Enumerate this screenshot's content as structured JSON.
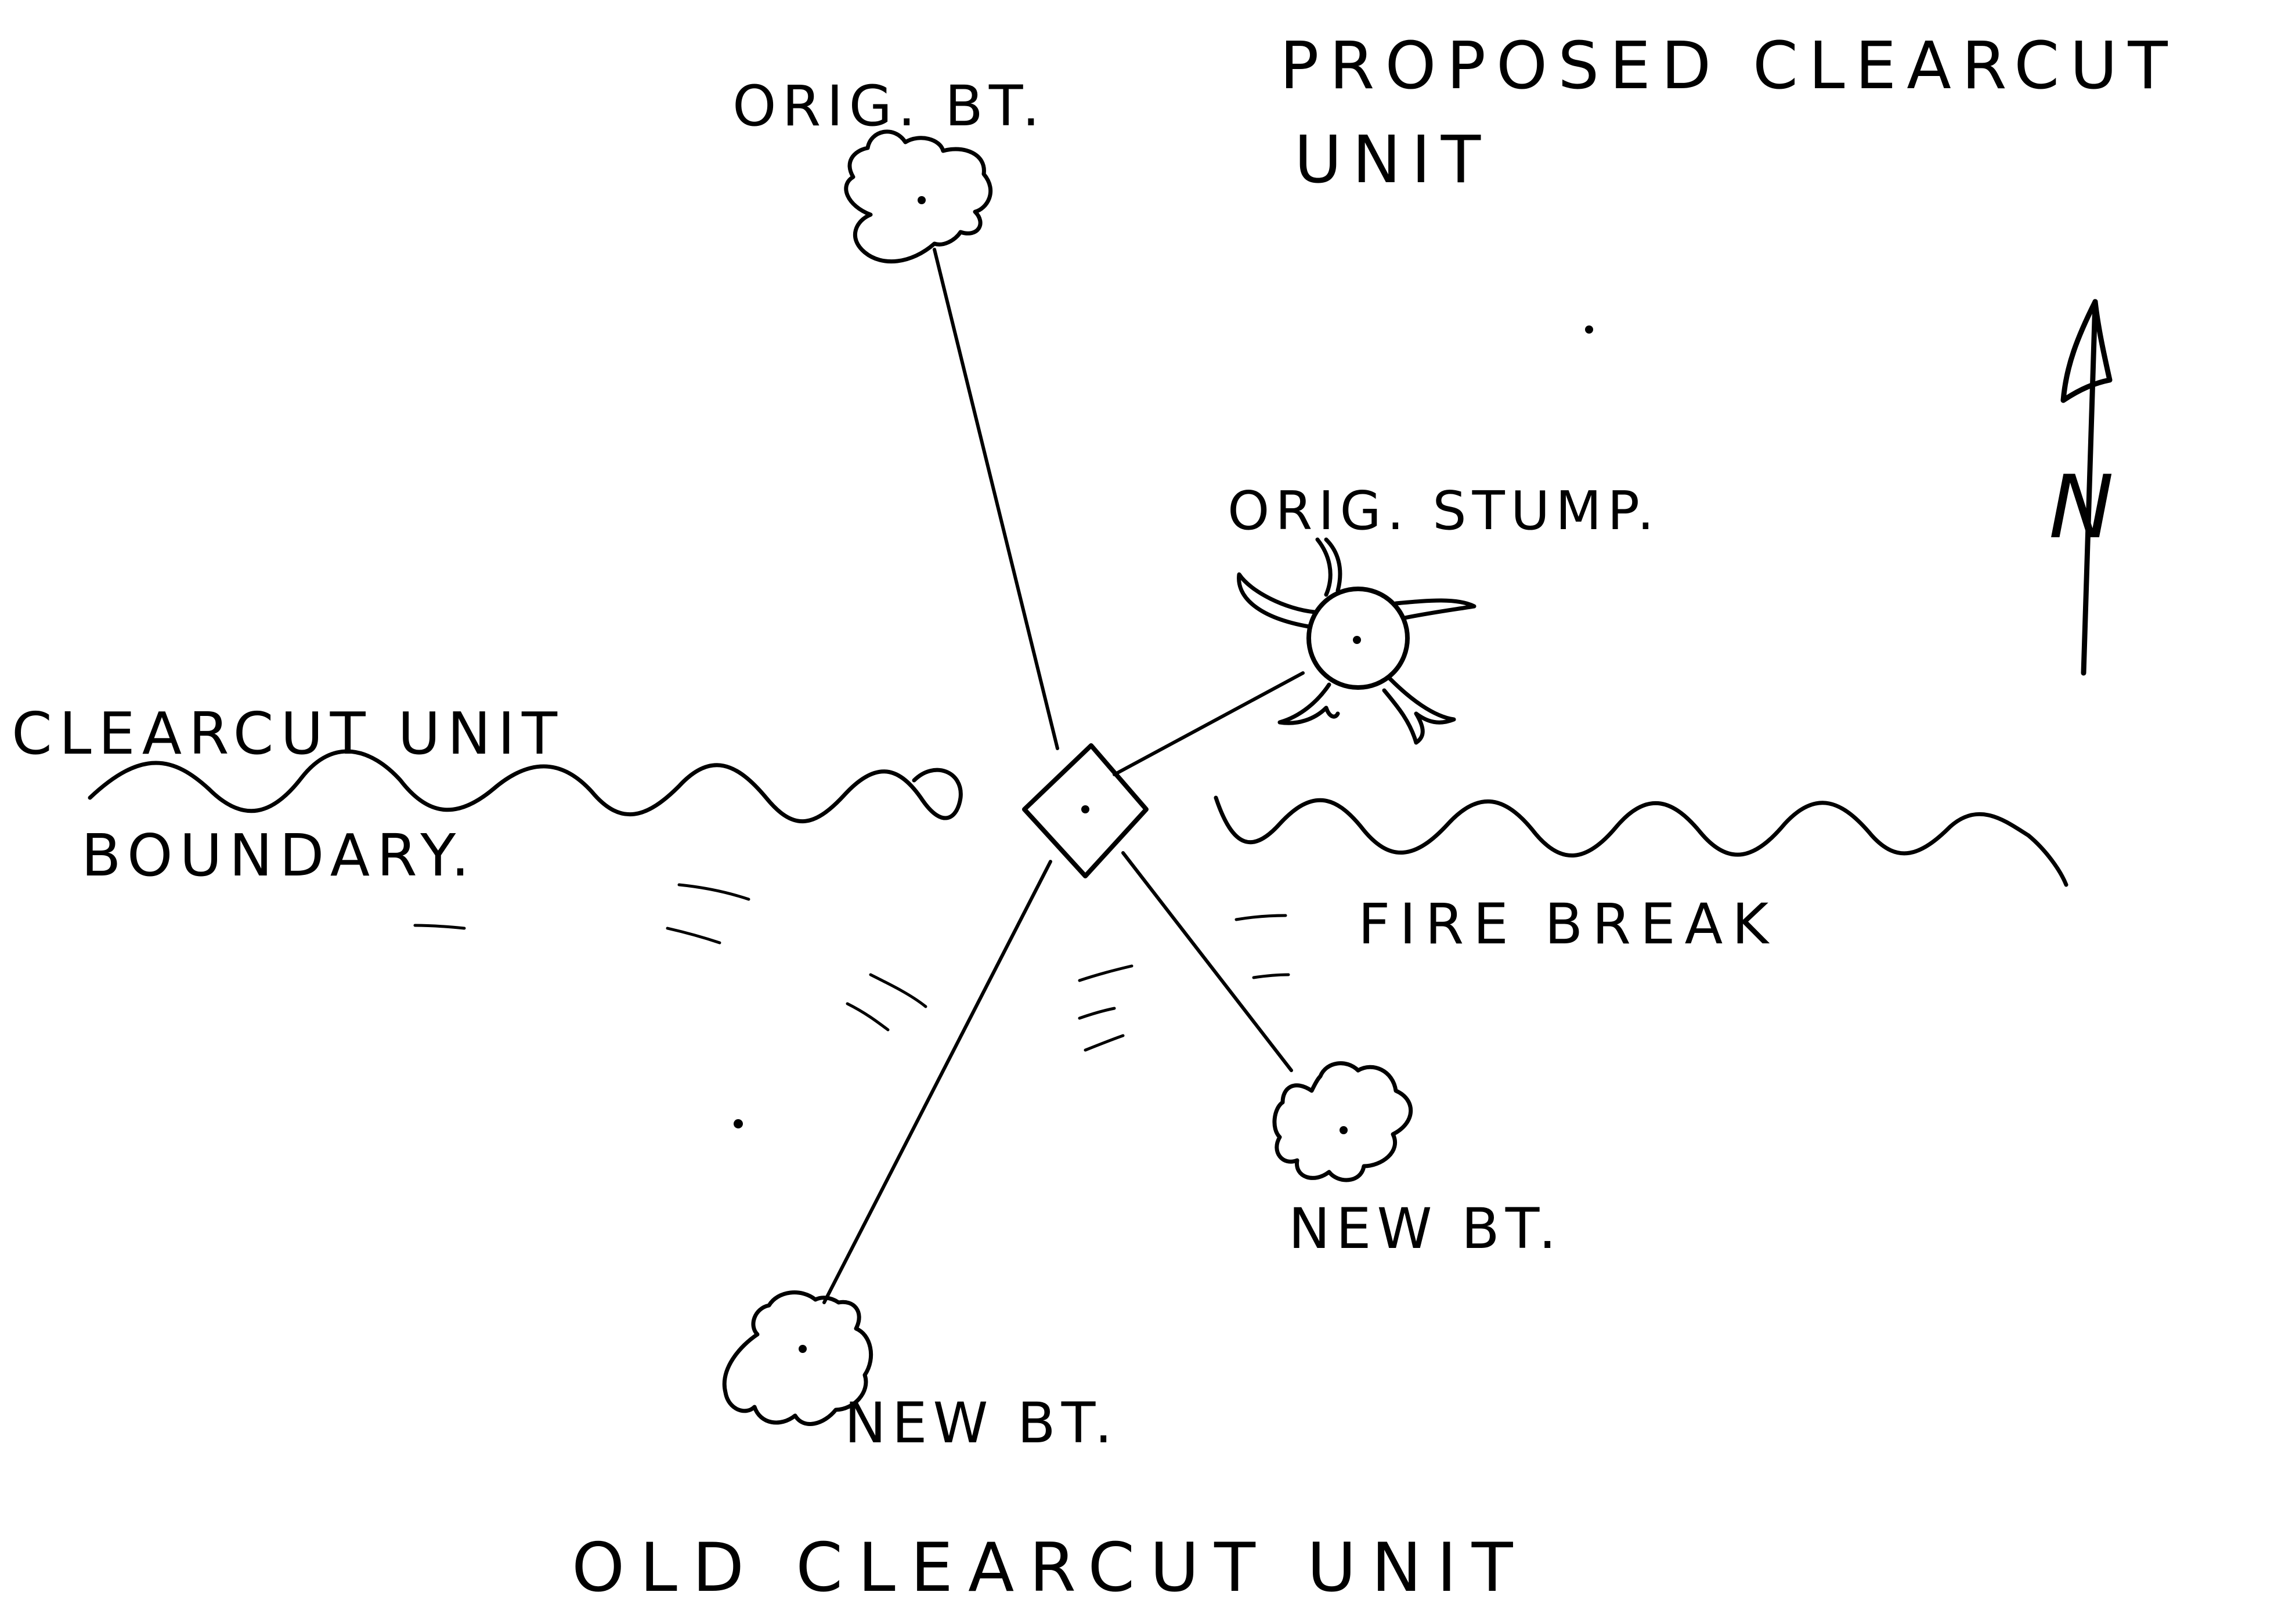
{
  "labels": {
    "orig_bt": "ORIG. BT.",
    "proposed_line1": "PROPOSED   CLEARCUT",
    "proposed_line2": "UNIT",
    "orig_stump": "ORIG. STUMP.",
    "boundary_line1": "CLEARCUT   UNIT",
    "boundary_line2": "BOUNDARY.",
    "fire_break": "FIRE  BREAK",
    "new_bt_right": "NEW  BT.",
    "new_bt_left": "NEW BT.",
    "old_clearcut": "OLD   CLEARCUT   UNIT",
    "north": "N"
  },
  "icons": {
    "center_marker": "diamond-marker-icon",
    "tree": "bearing-tree-icon",
    "stump": "stump-icon",
    "north_arrow": "north-arrow-icon"
  },
  "colors": {
    "ink": "#000000",
    "paper": "#ffffff"
  }
}
